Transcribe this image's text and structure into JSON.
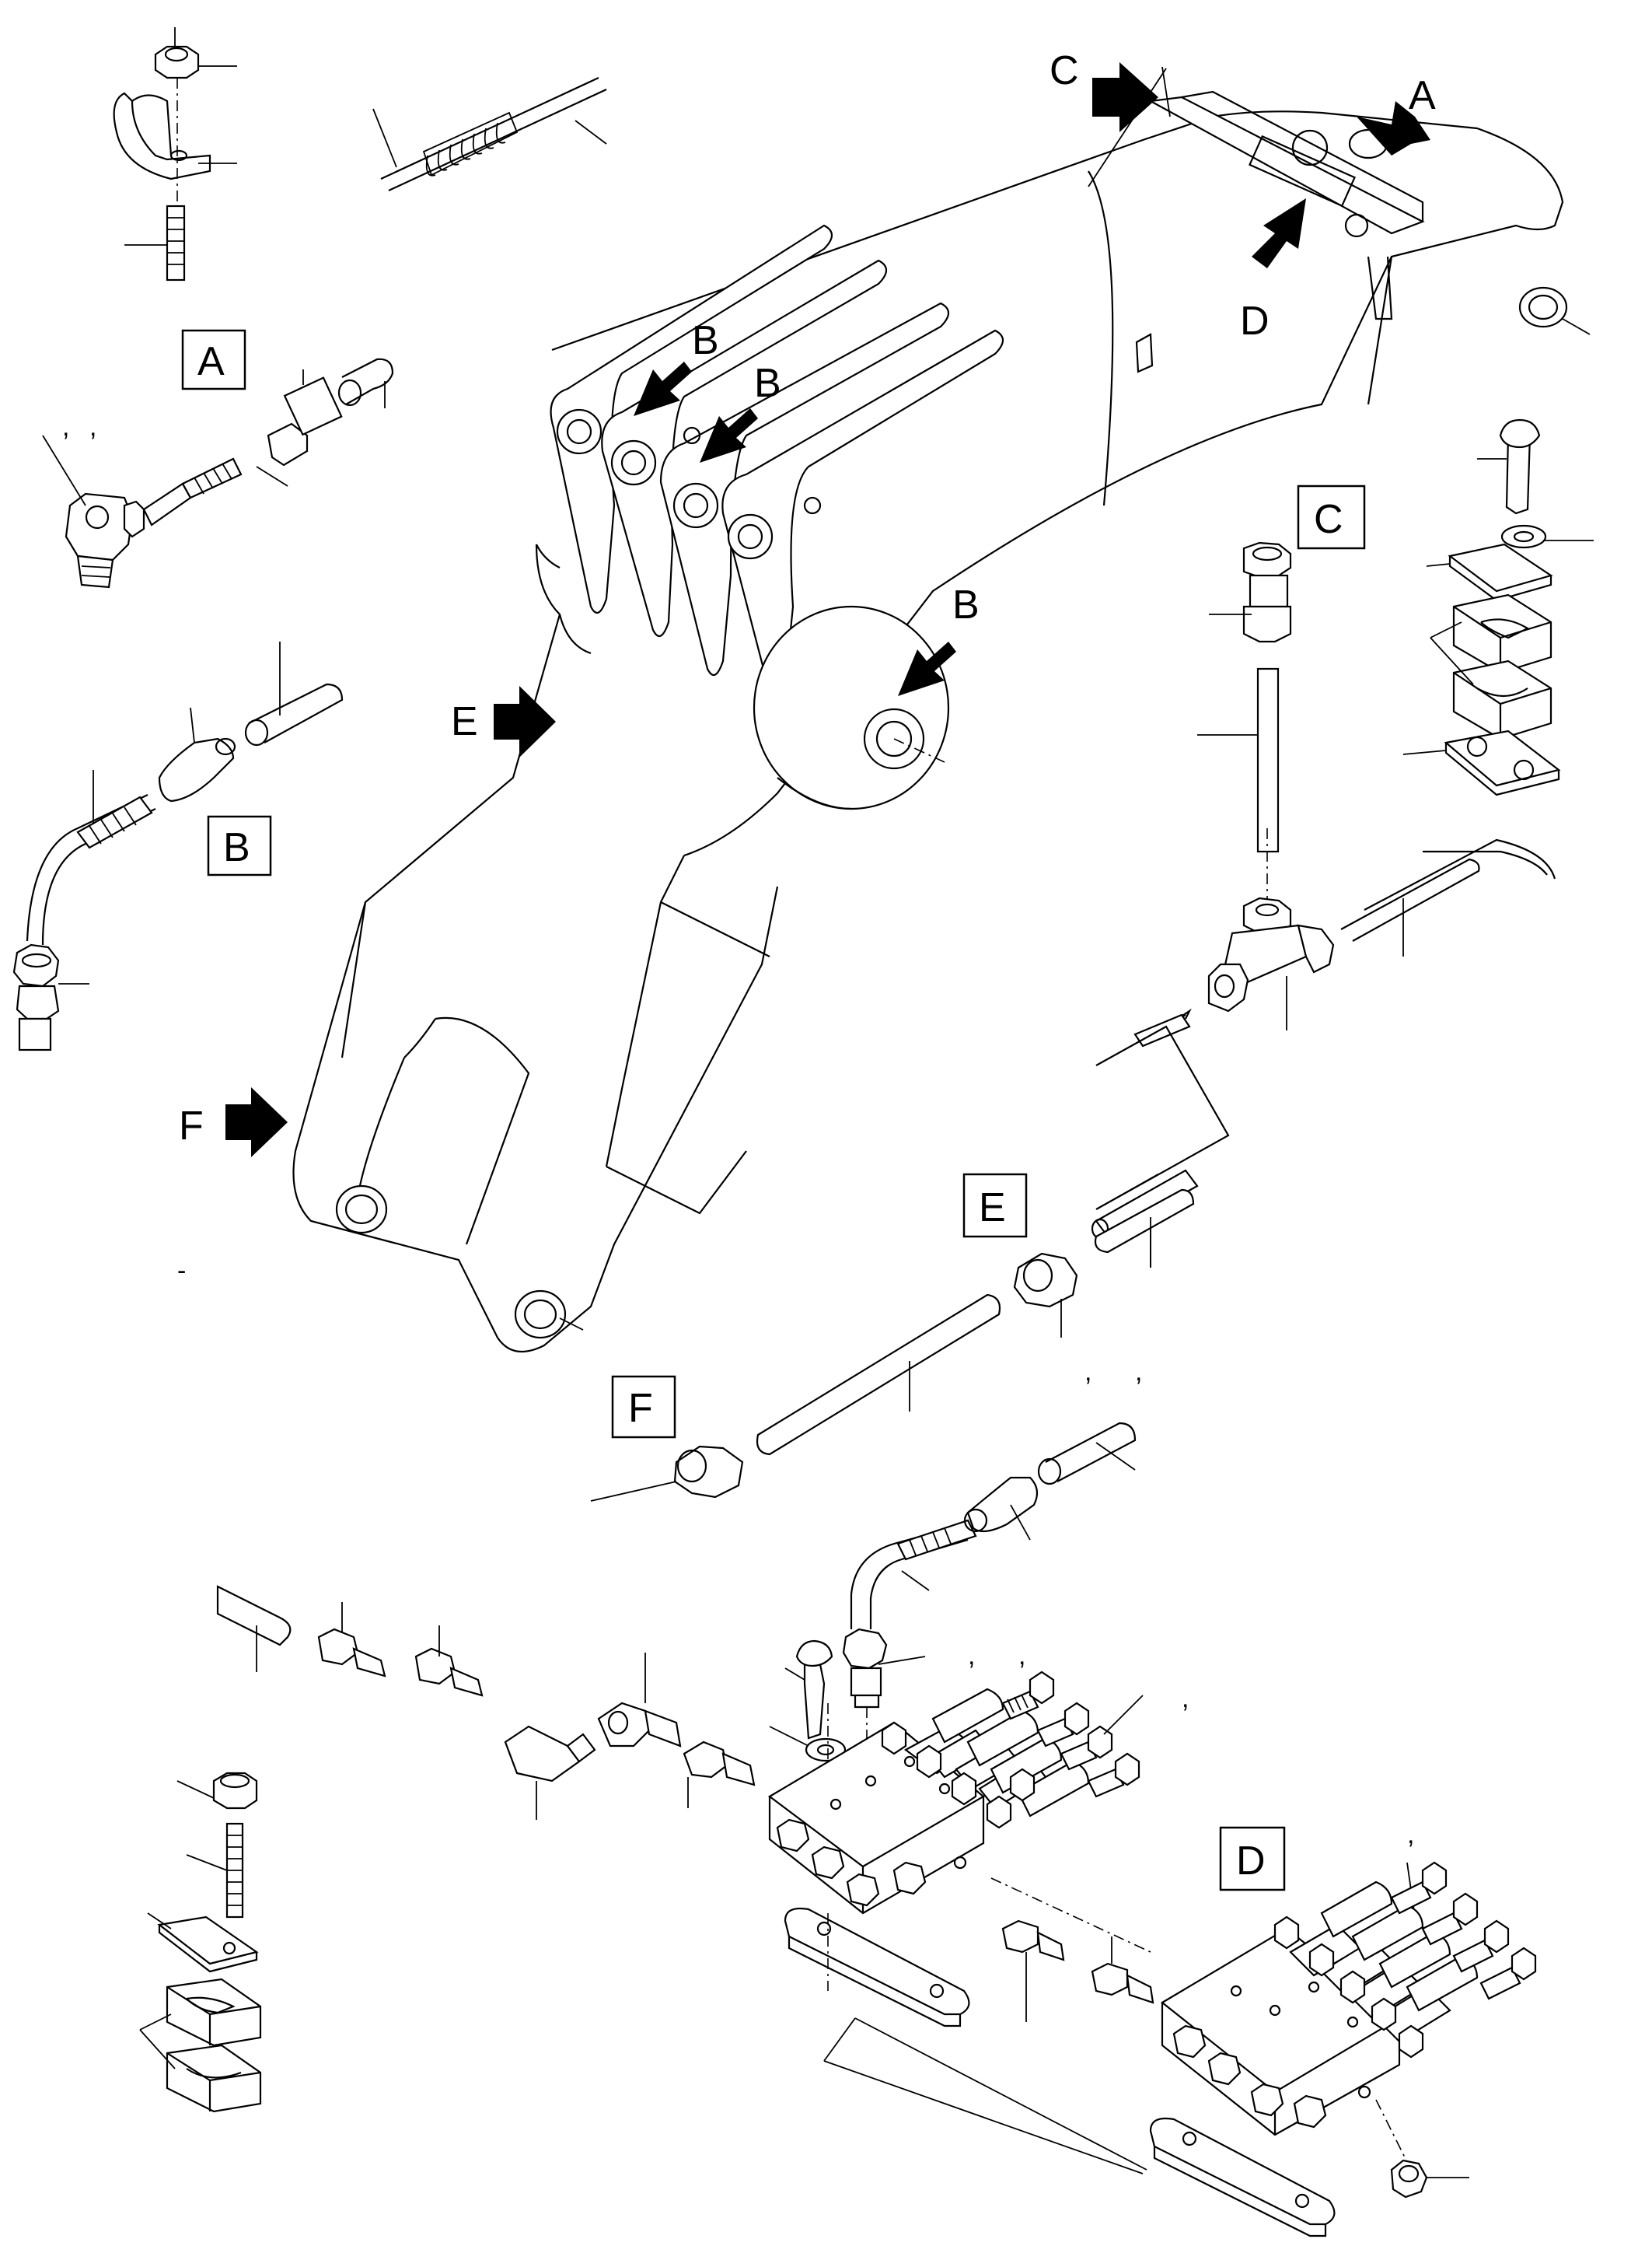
{
  "labels": {
    "A": "A",
    "B": "B",
    "C": "C",
    "D": "D",
    "E": "E",
    "F": "F"
  },
  "marks": {
    "comma": ",",
    "dash": "-"
  }
}
